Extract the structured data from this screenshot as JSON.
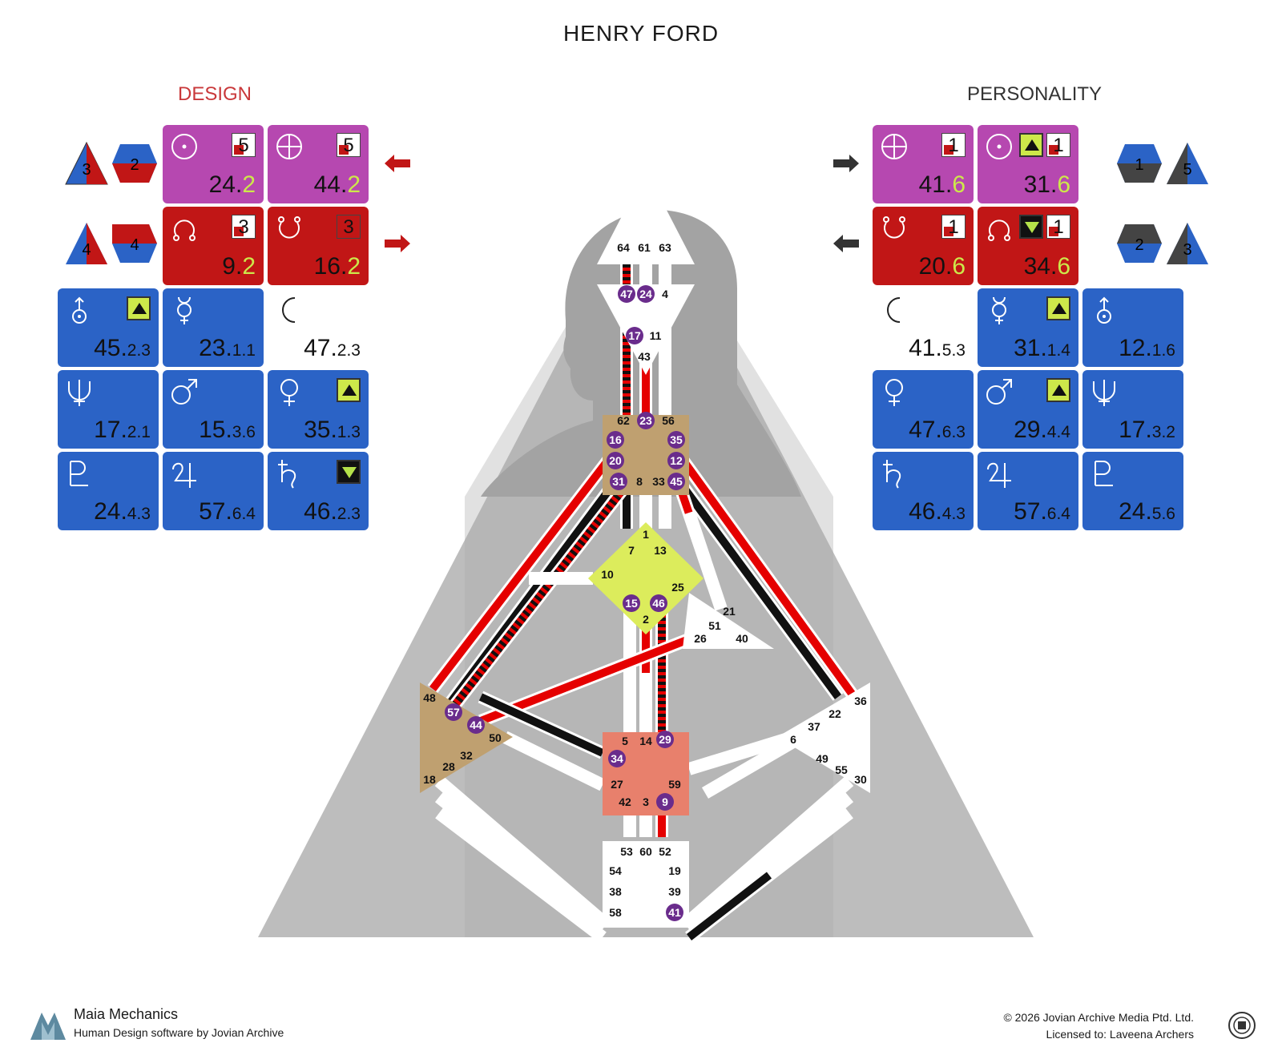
{
  "title": "HENRY FORD",
  "design_label": "DESIGN",
  "personality_label": "PERSONALITY",
  "colors": {
    "design": "#c11616",
    "personality": "#222222",
    "pink": "#b648b0",
    "red": "#c11616",
    "blue": "#2b63c6",
    "accent": "#cde84a"
  },
  "design": {
    "sun": {
      "gate": "24",
      "line": "2",
      "box": "5"
    },
    "earth": {
      "gate": "44",
      "line": "2",
      "box": "5"
    },
    "north_node": {
      "gate": "9",
      "line": "2",
      "box": "3"
    },
    "south_node": {
      "gate": "16",
      "line": "2",
      "box": "3"
    },
    "variables_top": [
      "3",
      "2"
    ],
    "variables_bottom": [
      "4",
      "4"
    ],
    "grid": [
      {
        "planet": "uranus-icon",
        "gate": "45",
        "sub": "2.3",
        "fix": "up"
      },
      {
        "planet": "mercury-icon",
        "gate": "23",
        "sub": "1.1",
        "fix": ""
      },
      {
        "planet": "moon-icon",
        "gate": "47",
        "sub": "2.3",
        "fix": ""
      },
      {
        "planet": "neptune-icon",
        "gate": "17",
        "sub": "2.1",
        "fix": ""
      },
      {
        "planet": "mars-icon",
        "gate": "15",
        "sub": "3.6",
        "fix": ""
      },
      {
        "planet": "venus-icon",
        "gate": "35",
        "sub": "1.3",
        "fix": "up"
      },
      {
        "planet": "pluto-icon",
        "gate": "24",
        "sub": "4.3",
        "fix": ""
      },
      {
        "planet": "jupiter-icon",
        "gate": "57",
        "sub": "6.4",
        "fix": ""
      },
      {
        "planet": "saturn-icon",
        "gate": "46",
        "sub": "2.3",
        "fix": "down"
      }
    ]
  },
  "personality": {
    "earth": {
      "gate": "41",
      "line": "6",
      "box": "1"
    },
    "sun": {
      "gate": "31",
      "line": "6",
      "box": "1",
      "fix": "up"
    },
    "south_node": {
      "gate": "20",
      "line": "6",
      "box": "1"
    },
    "north_node": {
      "gate": "34",
      "line": "6",
      "box": "1",
      "fix": "down"
    },
    "variables_top": [
      "1",
      "5"
    ],
    "variables_bottom": [
      "2",
      "3"
    ],
    "grid": [
      {
        "planet": "moon-icon",
        "gate": "41",
        "sub": "5.3",
        "fix": ""
      },
      {
        "planet": "mercury-icon",
        "gate": "31",
        "sub": "1.4",
        "fix": "up"
      },
      {
        "planet": "uranus-icon",
        "gate": "12",
        "sub": "1.6",
        "fix": ""
      },
      {
        "planet": "venus-icon",
        "gate": "47",
        "sub": "6.3",
        "fix": ""
      },
      {
        "planet": "mars-icon",
        "gate": "29",
        "sub": "4.4",
        "fix": "up"
      },
      {
        "planet": "neptune-icon",
        "gate": "17",
        "sub": "3.2",
        "fix": ""
      },
      {
        "planet": "saturn-icon",
        "gate": "46",
        "sub": "4.3",
        "fix": ""
      },
      {
        "planet": "jupiter-icon",
        "gate": "57",
        "sub": "6.4",
        "fix": ""
      },
      {
        "planet": "pluto-icon",
        "gate": "24",
        "sub": "5.6",
        "fix": ""
      }
    ]
  },
  "centers": {
    "head": [
      "64",
      "61",
      "63"
    ],
    "ajna": [
      "47",
      "24",
      "4",
      "17",
      "11",
      "43"
    ],
    "throat": [
      "62",
      "23",
      "56",
      "16",
      "35",
      "20",
      "12",
      "31",
      "8",
      "33",
      "45"
    ],
    "g": [
      "1",
      "7",
      "13",
      "10",
      "25",
      "15",
      "46",
      "2"
    ],
    "heart": [
      "21",
      "51",
      "26",
      "40"
    ],
    "spleen": [
      "48",
      "57",
      "44",
      "50",
      "32",
      "28",
      "18"
    ],
    "sacral": [
      "5",
      "14",
      "29",
      "34",
      "27",
      "59",
      "42",
      "3",
      "9"
    ],
    "solar": [
      "36",
      "22",
      "37",
      "6",
      "49",
      "55",
      "30"
    ],
    "root": [
      "53",
      "60",
      "52",
      "54",
      "19",
      "38",
      "39",
      "58",
      "41"
    ]
  },
  "footer": {
    "brand": "Maia Mechanics",
    "subtitle": "Human Design software by Jovian Archive",
    "copyright": "© 2026 Jovian Archive Media Ptd. Ltd.",
    "license": "Licensed to: Laveena Archers"
  }
}
